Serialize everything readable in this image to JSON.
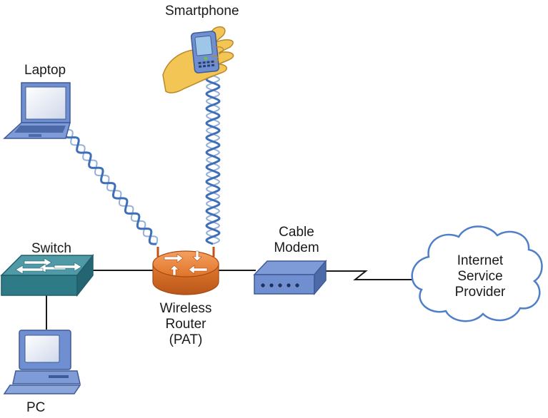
{
  "labels": {
    "smartphone": "Smartphone",
    "laptop": "Laptop",
    "switch": "Switch",
    "pc": "PC",
    "router_line1": "Wireless",
    "router_line2": "Router",
    "router_line3": "(PAT)",
    "modem_line1": "Cable",
    "modem_line2": "Modem",
    "isp_line1": "Internet",
    "isp_line2": "Service",
    "isp_line3": "Provider"
  },
  "icons": {
    "smartphone": "smartphone-in-hand-icon",
    "laptop": "laptop-icon",
    "switch": "switch-icon",
    "pc": "pc-icon",
    "router": "wireless-router-icon",
    "modem": "cable-modem-icon",
    "cloud": "cloud-icon"
  },
  "colors": {
    "router": "#e8782b",
    "switch": "#2e7a86",
    "device_blue": "#6f8fd0",
    "wireless_link": "#3e6fb8",
    "cloud_outline": "#4f7fc8",
    "hand": "#f2c555"
  }
}
